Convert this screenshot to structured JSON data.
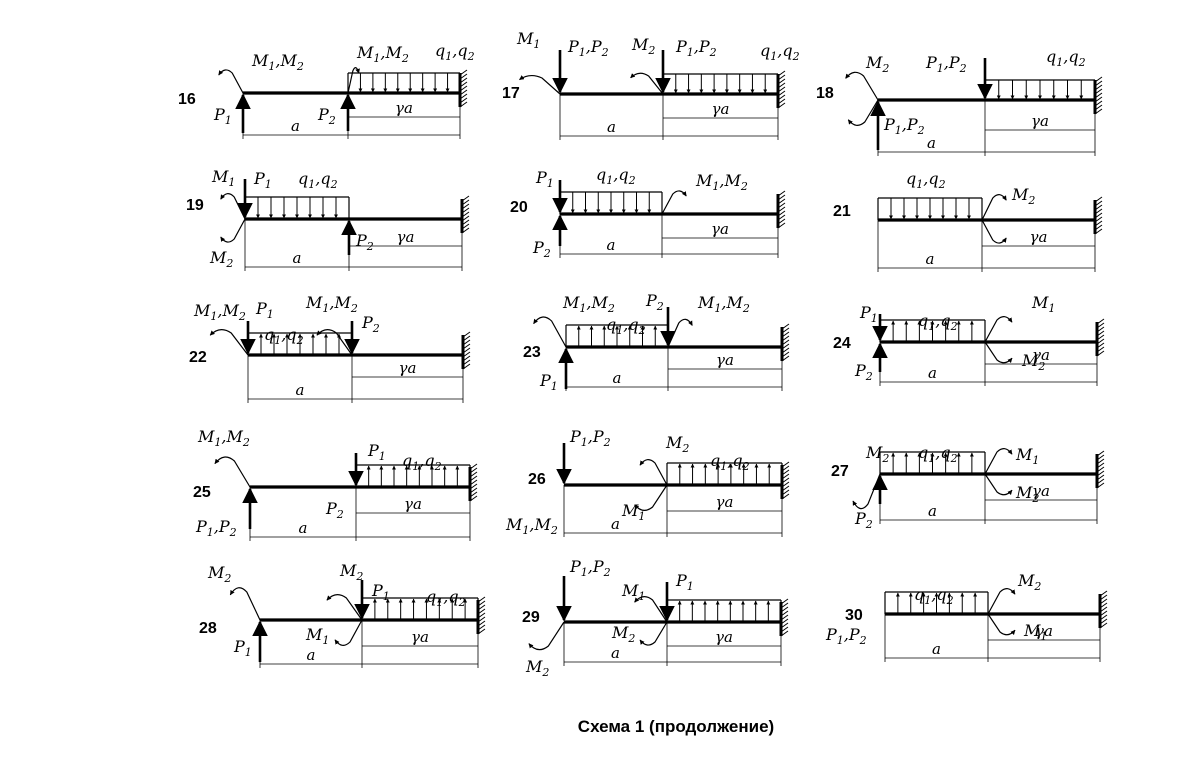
{
  "caption": "Схема 1 (продолжение)",
  "dim_labels": {
    "a": "a",
    "ga": "γa"
  },
  "schemes": [
    {
      "id": "16",
      "labels": [
        {
          "t": "M1,M2"
        },
        {
          "t": "M1,M2"
        },
        {
          "t": "q1,q2"
        },
        {
          "t": "P1"
        },
        {
          "t": "P2"
        }
      ]
    },
    {
      "id": "17",
      "labels": [
        {
          "t": "M1"
        },
        {
          "t": "P1,P2"
        },
        {
          "t": "M2"
        },
        {
          "t": "P1,P2"
        },
        {
          "t": "q1,q2"
        }
      ]
    },
    {
      "id": "18",
      "labels": [
        {
          "t": "M2"
        },
        {
          "t": "P1,P2"
        },
        {
          "t": "q1,q2"
        },
        {
          "t": "P1,P2"
        }
      ]
    },
    {
      "id": "19",
      "labels": [
        {
          "t": "M1"
        },
        {
          "t": "P1"
        },
        {
          "t": "q1,q2"
        },
        {
          "t": "M2"
        },
        {
          "t": "P2"
        }
      ]
    },
    {
      "id": "20",
      "labels": [
        {
          "t": "P1"
        },
        {
          "t": "q1,q2"
        },
        {
          "t": "M1,M2"
        },
        {
          "t": "P2"
        }
      ]
    },
    {
      "id": "21",
      "labels": [
        {
          "t": "q1,q2"
        },
        {
          "t": "M2"
        }
      ]
    },
    {
      "id": "22",
      "labels": [
        {
          "t": "M1,M2"
        },
        {
          "t": "P1"
        },
        {
          "t": "M1,M2"
        },
        {
          "t": "P2"
        },
        {
          "t": "q1,q2"
        }
      ]
    },
    {
      "id": "23",
      "labels": [
        {
          "t": "M1,M2"
        },
        {
          "t": "P2"
        },
        {
          "t": "M1,M2"
        },
        {
          "t": "q1,q2"
        },
        {
          "t": "P1"
        }
      ]
    },
    {
      "id": "24",
      "labels": [
        {
          "t": "P1"
        },
        {
          "t": "q1,q2"
        },
        {
          "t": "M1"
        },
        {
          "t": "P2"
        },
        {
          "t": "M2"
        }
      ]
    },
    {
      "id": "25",
      "labels": [
        {
          "t": "M1,M2"
        },
        {
          "t": "P1"
        },
        {
          "t": "q1,q2"
        },
        {
          "t": "P2"
        },
        {
          "t": "P1,P2"
        }
      ]
    },
    {
      "id": "26",
      "labels": [
        {
          "t": "P1,P2"
        },
        {
          "t": "M2"
        },
        {
          "t": "q1,q2"
        },
        {
          "t": "M1"
        },
        {
          "t": "M1,M2"
        }
      ]
    },
    {
      "id": "27",
      "labels": [
        {
          "t": "M2"
        },
        {
          "t": "q1,q2"
        },
        {
          "t": "M1"
        },
        {
          "t": "P2"
        },
        {
          "t": "M2"
        }
      ]
    },
    {
      "id": "28",
      "labels": [
        {
          "t": "M2"
        },
        {
          "t": "M2"
        },
        {
          "t": "P1"
        },
        {
          "t": "q1,q2"
        },
        {
          "t": "P1"
        },
        {
          "t": "M1"
        }
      ]
    },
    {
      "id": "29",
      "labels": [
        {
          "t": "P1,P2"
        },
        {
          "t": "M1"
        },
        {
          "t": "P1"
        },
        {
          "t": "M2"
        },
        {
          "t": "M2"
        }
      ]
    },
    {
      "id": "30",
      "labels": [
        {
          "t": "q1,q2"
        },
        {
          "t": "M2"
        },
        {
          "t": "P1,P2"
        },
        {
          "t": "M1"
        }
      ]
    }
  ]
}
